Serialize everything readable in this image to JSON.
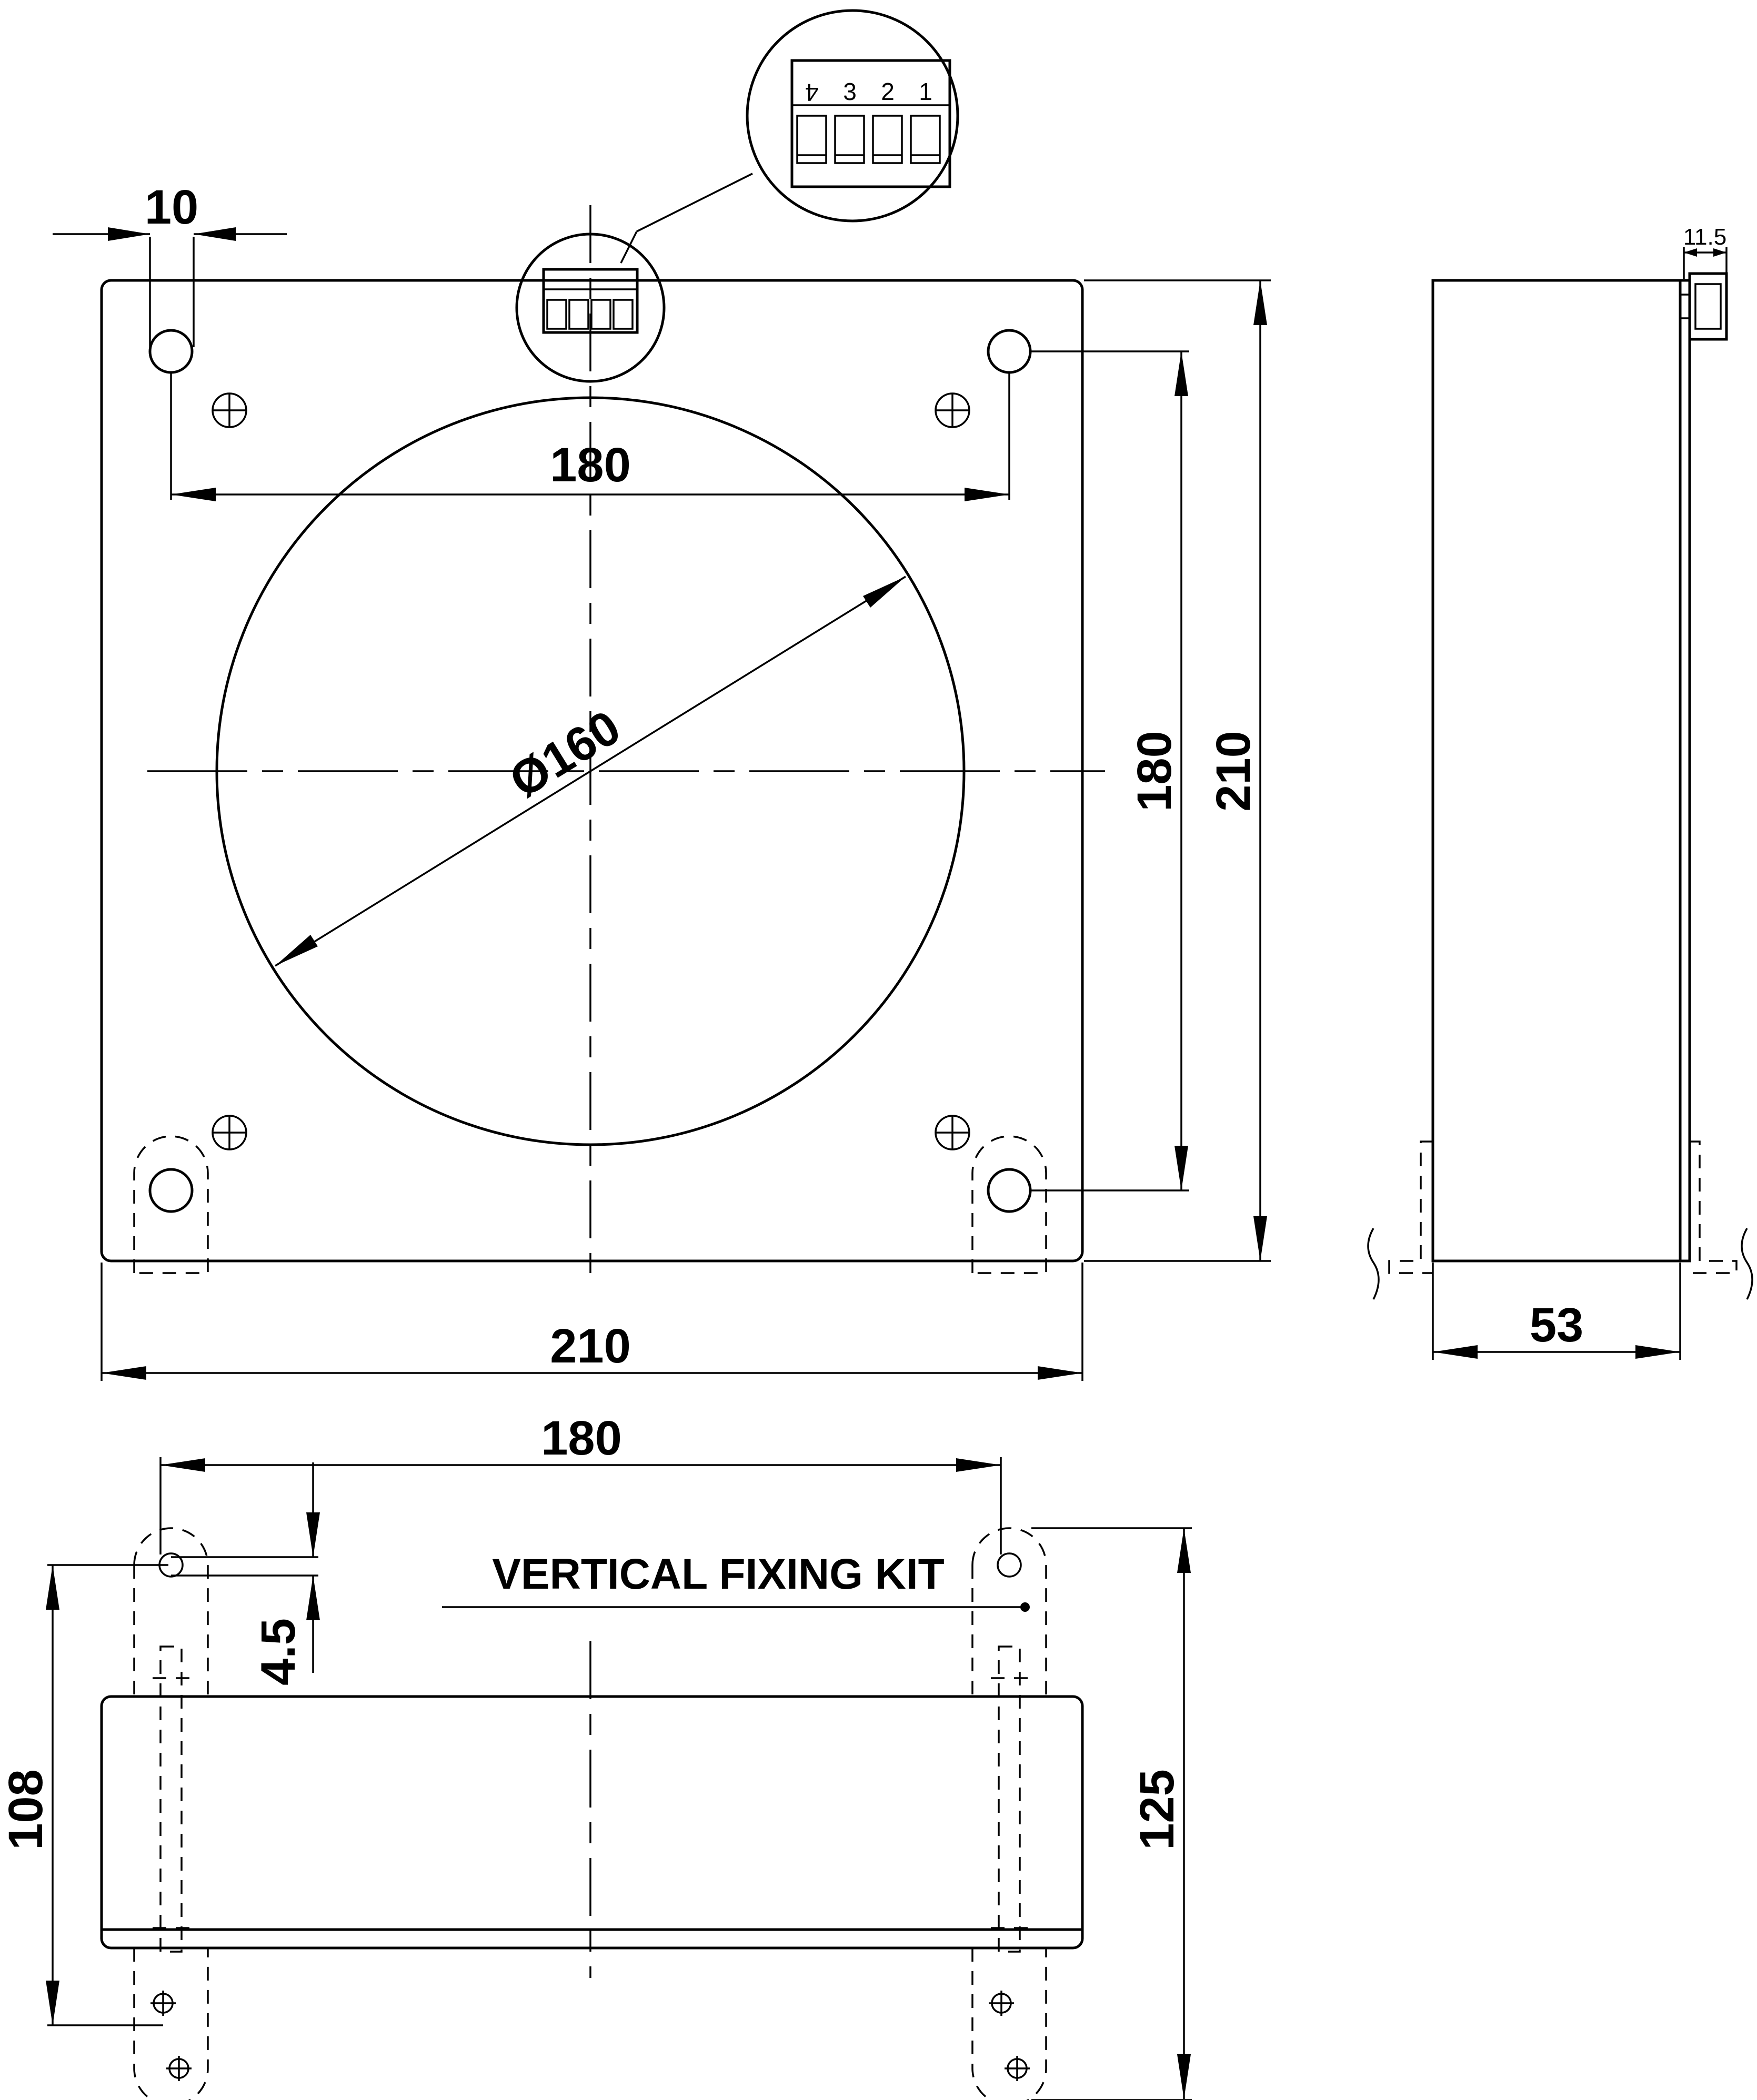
{
  "front_view": {
    "dims": {
      "hole_offset": "10",
      "hole_spacing_h": "180",
      "bore_diameter": "Ø160",
      "hole_spacing_v": "180",
      "height": "210",
      "width": "210"
    },
    "connector_pins": [
      "4",
      "3",
      "2",
      "1"
    ]
  },
  "side_view": {
    "dims": {
      "connector_depth": "11.5",
      "depth": "53"
    }
  },
  "bottom_view": {
    "label": "VERTICAL FIXING KIT",
    "dims": {
      "hole_spacing": "180",
      "slot_offset": "4.5",
      "height_left": "108",
      "height_right": "125"
    }
  }
}
